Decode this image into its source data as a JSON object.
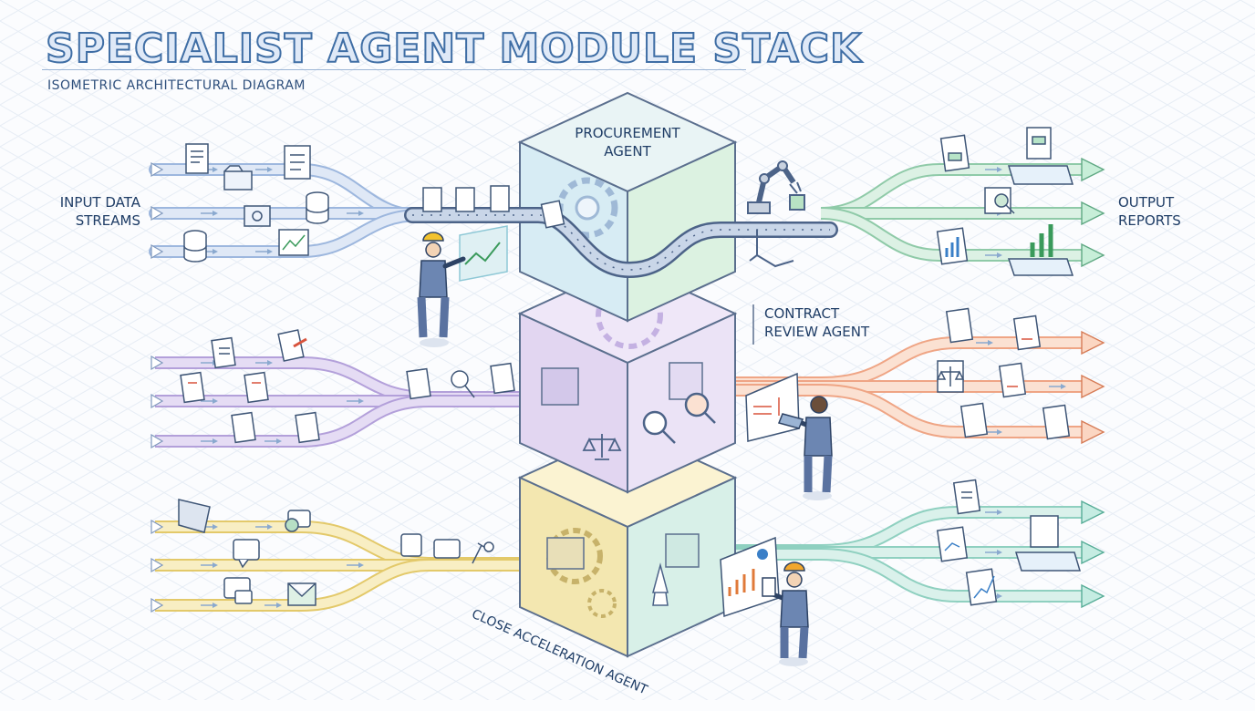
{
  "header": {
    "title": "SPECIALIST AGENT MODULE STACK",
    "subtitle": "ISOMETRIC ARCHITECTURAL DIAGRAM"
  },
  "labels": {
    "input_line1": "INPUT DATA",
    "input_line2": "STREAMS",
    "output_line1": "OUTPUT",
    "output_line2": "REPORTS"
  },
  "agents": [
    {
      "line1": "PROCUREMENT",
      "line2": "AGENT",
      "color": "#dff3e6",
      "accent": "#86c9a3"
    },
    {
      "line1": "CONTRACT",
      "line2": "REVIEW AGENT",
      "color": "#e9e0f4",
      "accent": "#a993cf"
    },
    {
      "line1": "CLOSE ACCELERATION AGENT",
      "color": "#f6efcf",
      "accent": "#d9c36c"
    }
  ],
  "stream_colors": {
    "procurement_in": "#cfdcf1",
    "procurement_out": "#bfe3cf",
    "contract_in": "#d6cbee",
    "contract_out": "#f6cdb5",
    "close_in": "#f6e5a6",
    "close_out": "#bfe6dd"
  },
  "icons": [
    "document-icon",
    "folder-icon",
    "database-icon",
    "chart-icon",
    "gear-icon",
    "robot-arm-icon",
    "magnifier-icon",
    "scales-icon",
    "chat-icon",
    "envelope-icon",
    "rocket-icon",
    "worker-icon",
    "tablet-icon"
  ]
}
